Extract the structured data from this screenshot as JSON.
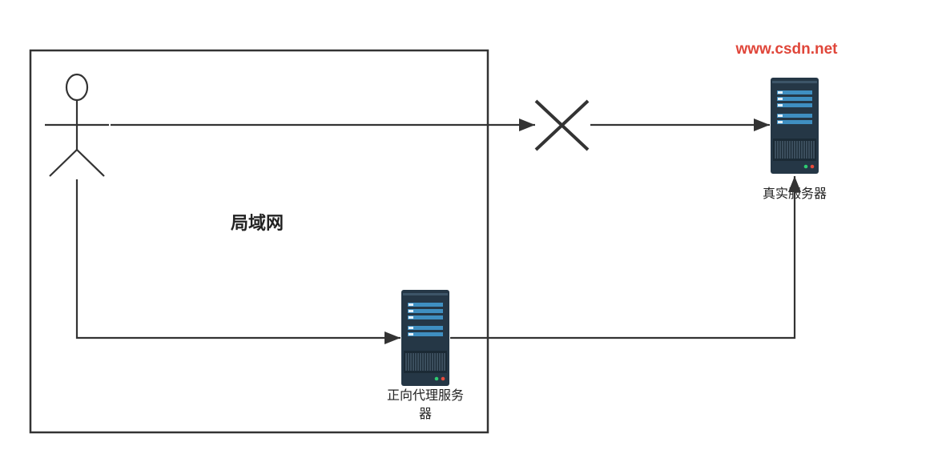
{
  "watermark": {
    "text": "www.csdn.net",
    "color": "#e0463a"
  },
  "lan": {
    "title": "局域网"
  },
  "nodes": {
    "user": {
      "icon": "user-actor-icon"
    },
    "blocked": {
      "icon": "close-x-icon"
    },
    "real_server": {
      "icon": "server-icon",
      "label": "真实服务器"
    },
    "proxy_server": {
      "icon": "server-icon",
      "label_line1": "正向代理服务",
      "label_line2": "器"
    }
  },
  "colors": {
    "line": "#333333",
    "server_body": "#253746",
    "server_panel": "#3f8fc1",
    "server_led_green": "#2ecc71",
    "server_led_red": "#e74c3c"
  }
}
